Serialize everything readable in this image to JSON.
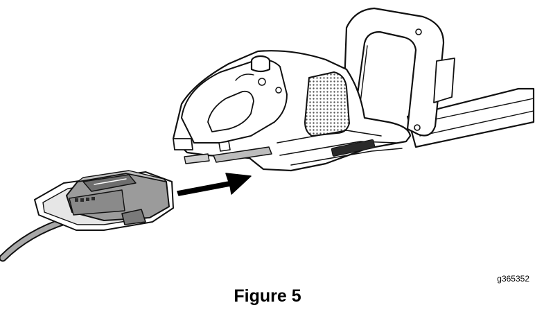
{
  "figure": {
    "code": "g365352",
    "caption": "Figure 5"
  },
  "colors": {
    "outline": "#111111",
    "battery_fill": "#9b9b9b",
    "battery_dark": "#5e5e5e",
    "cord": "#a8a8a8",
    "grille": "#bdbdbd",
    "arrow": "#000000"
  },
  "icons": {
    "hedge_trimmer": "hedge-trimmer-drawing",
    "battery_adapter": "battery-adapter-drawing",
    "insert_arrow": "arrow-right-icon"
  }
}
